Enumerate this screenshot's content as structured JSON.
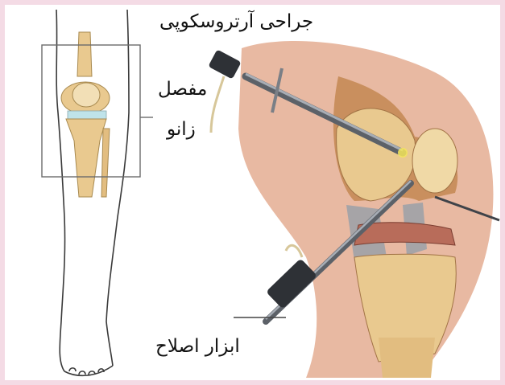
{
  "labels": {
    "arthroscopy_surgery": "جراحی آرتروسکوپی",
    "joint_line1": "مفصل",
    "joint_line2": "زانو",
    "repair_tool": "ابزار اصلاح"
  },
  "colors": {
    "frame": "#f4dbe5",
    "bone": "#e9c98f",
    "skin": "#e8b9a2",
    "muscle": "#b86c5a",
    "tool_metal": "#7a7f86",
    "tool_dark": "#2e3136"
  }
}
